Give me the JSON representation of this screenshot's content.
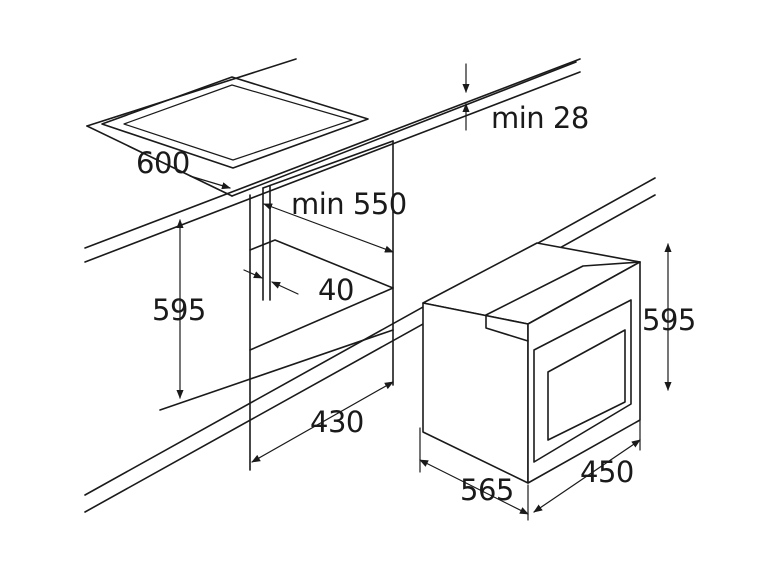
{
  "labels": {
    "hob_width": "600",
    "worktop_min_thickness": "min 28",
    "niche_min_depth": "min 550",
    "niche_height": "595",
    "gap_depth": "40",
    "niche_width": "430",
    "oven_height": "595",
    "oven_depth": "565",
    "oven_width": "450"
  },
  "colors": {
    "line": "#1a1a1a",
    "background": "#ffffff"
  }
}
